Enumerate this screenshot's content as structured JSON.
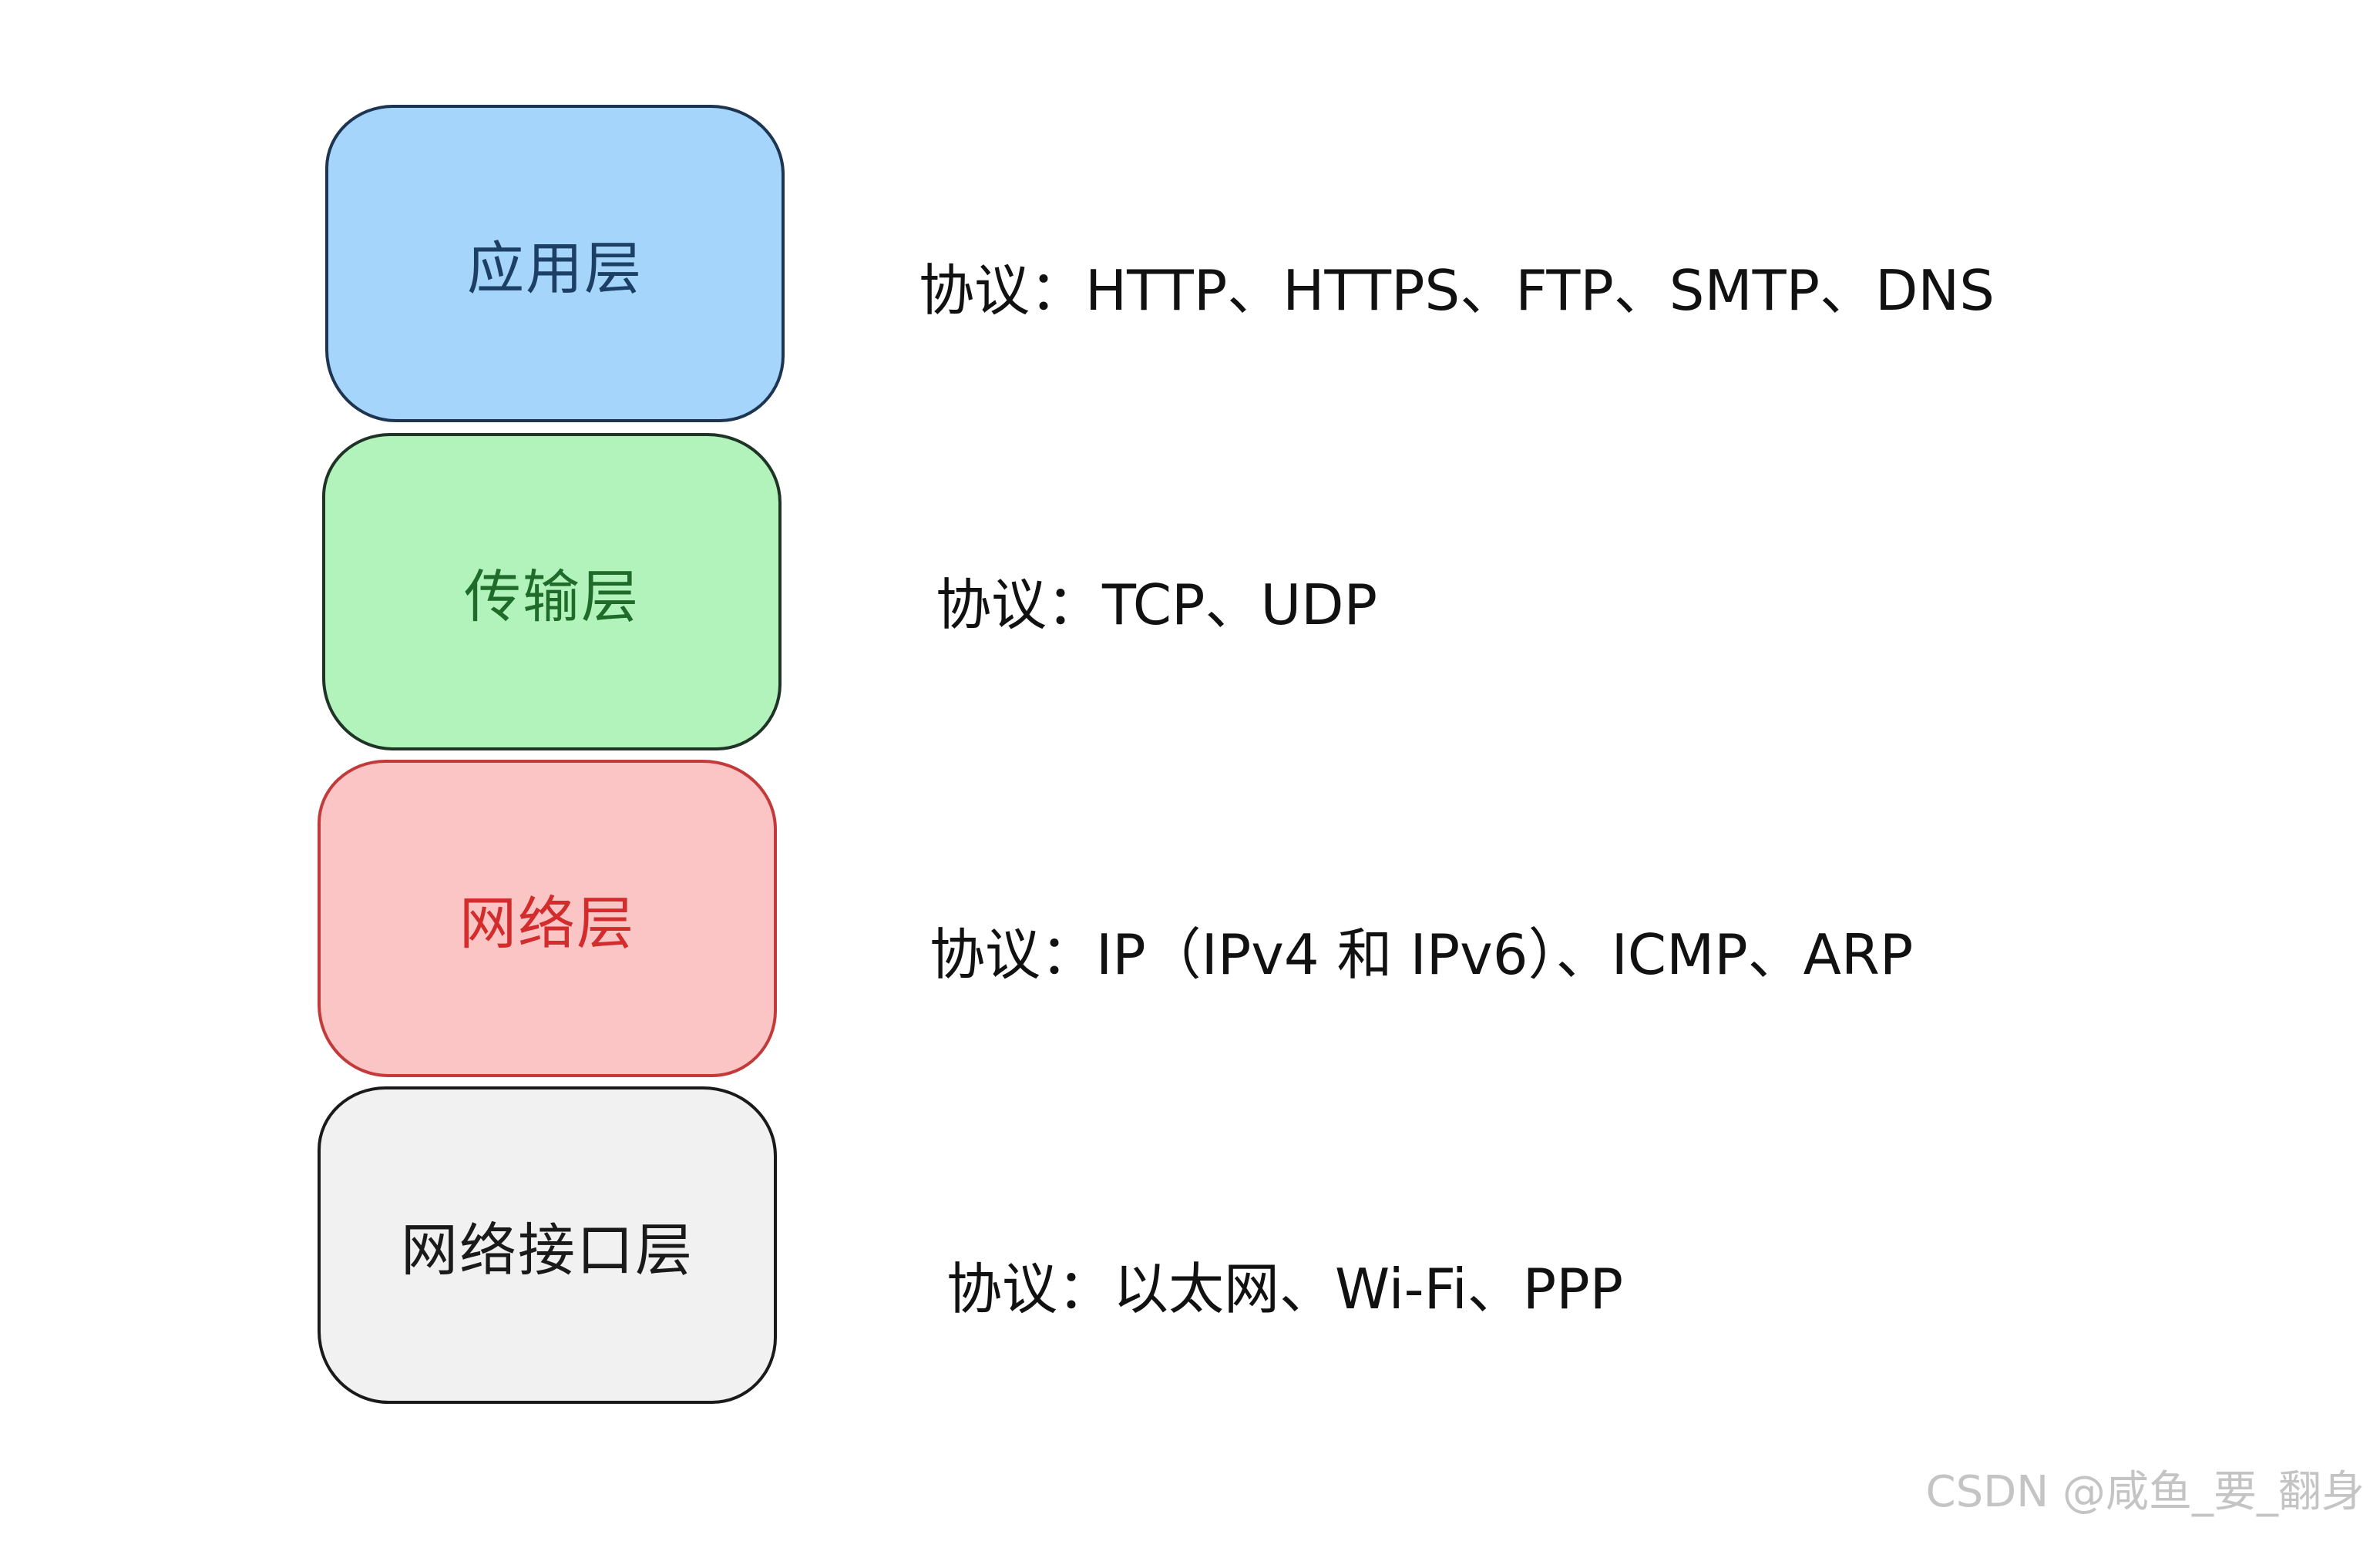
{
  "layers": [
    {
      "name": "应用层",
      "protocols": "协议：HTTP、HTTPS、FTP、SMTP、DNS",
      "fill": "#a6d5fb",
      "text_color": "#1c3f66",
      "border_color": "#1d3550"
    },
    {
      "name": "传输层",
      "protocols": "协议：TCP、UDP",
      "fill": "#b2f2bb",
      "text_color": "#1e6b2a",
      "border_color": "#1f3326"
    },
    {
      "name": "网络层",
      "protocols": "协议：IP（IPv4 和 IPv6）、ICMP、ARP",
      "fill": "#fbc5c5",
      "text_color": "#d22c2c",
      "border_color": "#c23a3a"
    },
    {
      "name": "网络接口层",
      "protocols": "协议：以太网、Wi-Fi、PPP",
      "fill": "#f1f1f1",
      "text_color": "#1a1a1a",
      "border_color": "#1a1a1a"
    }
  ],
  "watermark": "CSDN @咸鱼_要_翻身"
}
